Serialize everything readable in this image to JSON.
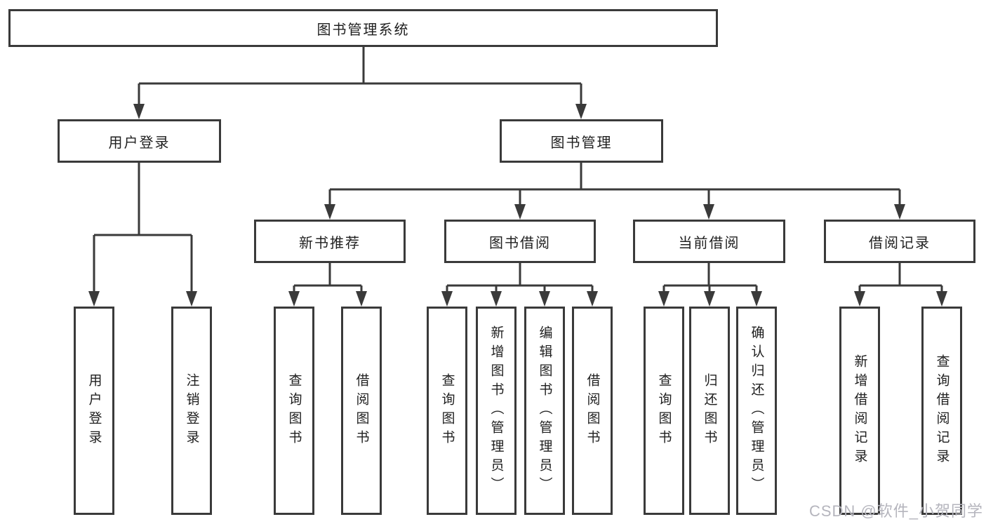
{
  "tree": {
    "root": {
      "label": "图书管理系统"
    },
    "branches": [
      {
        "label": "用户登录",
        "children": [
          {
            "label": "用户登录"
          },
          {
            "label": "注销登录"
          }
        ]
      },
      {
        "label": "图书管理",
        "groups": [
          {
            "label": "新书推荐",
            "children": [
              {
                "label": "查询图书"
              },
              {
                "label": "借阅图书"
              }
            ]
          },
          {
            "label": "图书借阅",
            "children": [
              {
                "label": "查询图书"
              },
              {
                "label": "新增图书（管理员）"
              },
              {
                "label": "编辑图书（管理员）"
              },
              {
                "label": "借阅图书"
              }
            ]
          },
          {
            "label": "当前借阅",
            "children": [
              {
                "label": "查询图书"
              },
              {
                "label": "归还图书"
              },
              {
                "label": "确认归还（管理员）"
              }
            ]
          },
          {
            "label": "借阅记录",
            "children": [
              {
                "label": "新增借阅记录"
              },
              {
                "label": "查询借阅记录"
              }
            ]
          }
        ]
      }
    ]
  },
  "watermark": {
    "text": "CSDN @软件_小贺同学",
    "color": "#b5b5bd"
  },
  "colors": {
    "line": "#3a3a3a",
    "box_border": "#3a3a3a",
    "text": "#1f1f1f",
    "background": "#ffffff"
  }
}
